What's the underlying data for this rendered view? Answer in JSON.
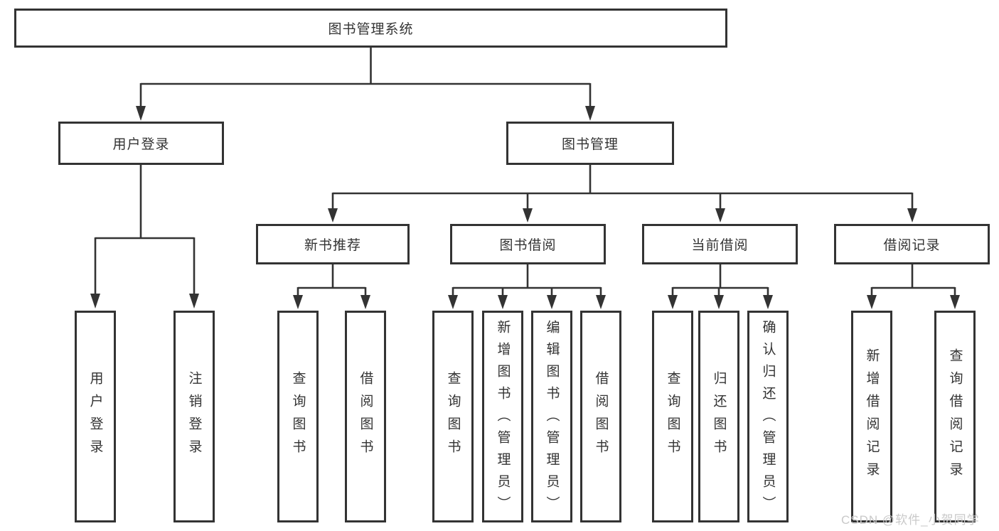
{
  "diagram_title": "图书管理系统",
  "tree": {
    "root": {
      "label": "图书管理系统"
    },
    "level2": [
      {
        "label": "用户登录",
        "children": [
          "用户登录",
          "注销登录"
        ]
      },
      {
        "label": "图书管理"
      }
    ],
    "level3": [
      {
        "label": "新书推荐",
        "children": [
          "查询图书",
          "借阅图书"
        ]
      },
      {
        "label": "图书借阅",
        "children": [
          "查询图书",
          "新增图书（管理员）",
          "编辑图书（管理员）",
          "借阅图书"
        ]
      },
      {
        "label": "当前借阅",
        "children": [
          "查询图书",
          "归还图书",
          "确认归还（管理员）"
        ]
      },
      {
        "label": "借阅记录",
        "children": [
          "新增借阅记录",
          "查询借阅记录"
        ]
      }
    ]
  },
  "watermark": "CSDN @软件_小贺同学",
  "colors": {
    "line": "#333333",
    "border": "#333333",
    "text": "#333333",
    "background": "#ffffff",
    "watermark": "#c9c9c9"
  }
}
